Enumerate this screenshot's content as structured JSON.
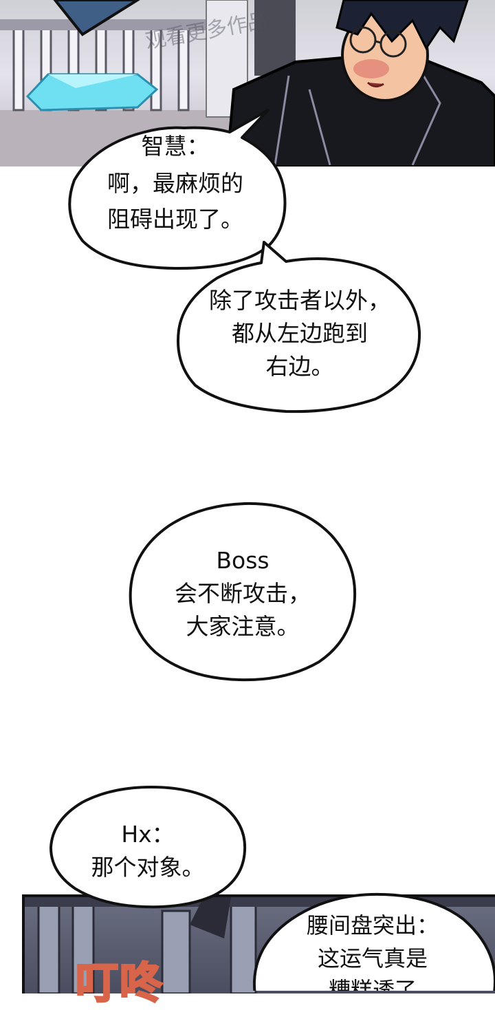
{
  "watermark": "观看更多作品",
  "bubbles": {
    "b1": [
      "智慧：",
      "啊，最麻烦的",
      "阻碍出现了。"
    ],
    "b2": [
      "除了攻击者以外，",
      "都从左边跑到",
      "右边。"
    ],
    "b3": [
      "Boss",
      "会不断攻击，",
      "大家注意。"
    ],
    "b4": [
      "Hx：",
      "那个对象。"
    ],
    "b5": [
      "腰间盘突出：",
      "这运气真是",
      "糟糕透了"
    ]
  },
  "sfx": "叮咚",
  "colors": {
    "ink": "#111111",
    "sfx_fill": "#f3a08c",
    "sfx_stroke": "#d8644a",
    "crystal": "#6fe0f2",
    "jacket": "#18181f"
  }
}
